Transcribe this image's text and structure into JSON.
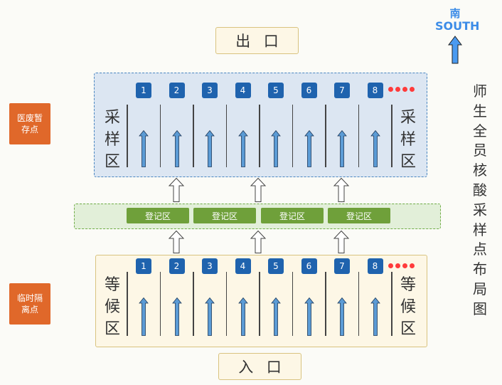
{
  "exit_gate": {
    "chars": [
      "出",
      "口"
    ]
  },
  "entrance_gate": {
    "chars": [
      "入",
      "口"
    ]
  },
  "compass": {
    "label_cn": "南",
    "label_en": "SOUTH",
    "icon": "north-arrow-icon",
    "color": "#3c8ce7"
  },
  "side_badges": {
    "medical_waste": {
      "lines": [
        "医废暂",
        "存点"
      ],
      "color": "#e0682a"
    },
    "temp_isolation": {
      "lines": [
        "临时隔",
        "离点"
      ],
      "color": "#e0682a"
    }
  },
  "sampling_zone": {
    "left_label": [
      "采",
      "样",
      "区"
    ],
    "right_label": [
      "采",
      "样",
      "区"
    ],
    "lanes": [
      "1",
      "2",
      "3",
      "4",
      "5",
      "6",
      "7",
      "8"
    ],
    "more_indicator": "ellipsis-dots",
    "bg": "#dce6f2",
    "border": "#4a86c0"
  },
  "registration_zone": {
    "boxes": [
      "登记区",
      "登记区",
      "登记区",
      "登记区"
    ],
    "bg": "#e2efd9",
    "box_color": "#6fa03a"
  },
  "waiting_zone": {
    "left_label": [
      "等",
      "候",
      "区"
    ],
    "right_label": [
      "等",
      "候",
      "区"
    ],
    "lanes": [
      "1",
      "2",
      "3",
      "4",
      "5",
      "6",
      "7",
      "8"
    ],
    "more_indicator": "ellipsis-dots",
    "bg": "#fdf7e6",
    "border": "#d9c37f"
  },
  "title_vertical": [
    "师",
    "生",
    "全",
    "员",
    "核",
    "酸",
    "采",
    "样",
    "点",
    "布",
    "局",
    "图"
  ],
  "colors": {
    "lane_number_bg": "#1f63ae",
    "lane_arrow": "#5b9bd5",
    "dots": "#ff3b3b"
  }
}
